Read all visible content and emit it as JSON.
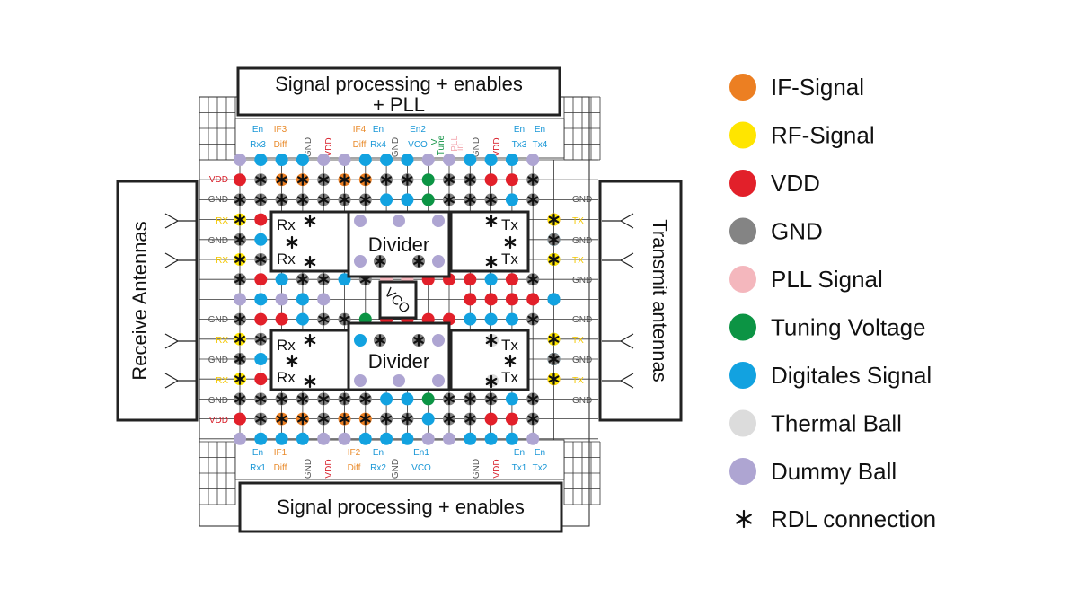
{
  "colors": {
    "if": "#ec7f22",
    "rf": "#ffe500",
    "vdd": "#e2202a",
    "gnd": "#848484",
    "pll": "#f4b7bd",
    "tune": "#0c9444",
    "dig": "#12a2e0",
    "thermal": "#dcdcdc",
    "dummy": "#aea5d2",
    "lbl_blue": "#1796d6",
    "lbl_orange": "#e98a2a",
    "lbl_red": "#d81f2a",
    "lbl_gray": "#555555",
    "lbl_yellow": "#f3c800",
    "lbl_green": "#159447",
    "lbl_pink": "#f3a8b0"
  },
  "boxes": {
    "top_line1": "Signal processing + enables",
    "top_line2": "+ PLL",
    "bottom": "Signal processing + enables",
    "left": "Receive Antennas",
    "right": "Transmit antennas",
    "divider": "Divider",
    "vco": "VCO",
    "rx": "Rx",
    "tx": "Tx"
  },
  "legend": [
    {
      "label": "IF-Signal",
      "color": "#ec7f22",
      "icon": "circle"
    },
    {
      "label": "RF-Signal",
      "color": "#ffe500",
      "icon": "circle"
    },
    {
      "label": "VDD",
      "color": "#e2202a",
      "icon": "circle"
    },
    {
      "label": "GND",
      "color": "#848484",
      "icon": "circle"
    },
    {
      "label": "PLL Signal",
      "color": "#f4b7bd",
      "icon": "circle"
    },
    {
      "label": "Tuning Voltage",
      "color": "#0c9444",
      "icon": "circle"
    },
    {
      "label": "Digitales Signal",
      "color": "#12a2e0",
      "icon": "circle"
    },
    {
      "label": "Thermal Ball",
      "color": "#dcdcdc",
      "icon": "circle"
    },
    {
      "label": "Dummy Ball",
      "color": "#aea5d2",
      "icon": "circle"
    },
    {
      "label": "RDL connection",
      "color": "#111111",
      "icon": "asterisk"
    }
  ],
  "labels": {
    "top": [
      {
        "t": "En",
        "c": "lbl_blue"
      },
      {
        "t": "Rx3",
        "c": "lbl_blue"
      },
      {
        "t": "IF3",
        "c": "lbl_orange"
      },
      {
        "t": "Diff",
        "c": "lbl_orange"
      },
      {
        "t": "GND",
        "c": "lbl_gray"
      },
      {
        "t": "VDD",
        "c": "lbl_red"
      },
      {
        "t": "IF4",
        "c": "lbl_orange"
      },
      {
        "t": "Diff",
        "c": "lbl_orange"
      },
      {
        "t": "En",
        "c": "lbl_blue"
      },
      {
        "t": "Rx4",
        "c": "lbl_blue"
      },
      {
        "t": "GND",
        "c": "lbl_gray"
      },
      {
        "t": "En2",
        "c": "lbl_blue"
      },
      {
        "t": "VCO",
        "c": "lbl_blue"
      },
      {
        "t": "V",
        "c": "lbl_green"
      },
      {
        "t": "Tune",
        "c": "lbl_green"
      },
      {
        "t": "PLL",
        "c": "lbl_pink"
      },
      {
        "t": "in",
        "c": "lbl_pink"
      },
      {
        "t": "GND",
        "c": "lbl_gray"
      },
      {
        "t": "VDD",
        "c": "lbl_red"
      },
      {
        "t": "En",
        "c": "lbl_blue"
      },
      {
        "t": "Tx3",
        "c": "lbl_blue"
      },
      {
        "t": "En",
        "c": "lbl_blue"
      },
      {
        "t": "Tx4",
        "c": "lbl_blue"
      }
    ],
    "bottom": [
      {
        "t": "En",
        "c": "lbl_blue"
      },
      {
        "t": "Rx1",
        "c": "lbl_blue"
      },
      {
        "t": "IF1",
        "c": "lbl_orange"
      },
      {
        "t": "Diff",
        "c": "lbl_orange"
      },
      {
        "t": "GND",
        "c": "lbl_gray"
      },
      {
        "t": "VDD",
        "c": "lbl_red"
      },
      {
        "t": "IF2",
        "c": "lbl_orange"
      },
      {
        "t": "Diff",
        "c": "lbl_orange"
      },
      {
        "t": "En",
        "c": "lbl_blue"
      },
      {
        "t": "Rx2",
        "c": "lbl_blue"
      },
      {
        "t": "GND",
        "c": "lbl_gray"
      },
      {
        "t": "En1",
        "c": "lbl_blue"
      },
      {
        "t": "VCO",
        "c": "lbl_blue"
      },
      {
        "t": "GND",
        "c": "lbl_gray"
      },
      {
        "t": "VDD",
        "c": "lbl_red"
      },
      {
        "t": "En",
        "c": "lbl_blue"
      },
      {
        "t": "Tx1",
        "c": "lbl_blue"
      },
      {
        "t": "En",
        "c": "lbl_blue"
      },
      {
        "t": "Tx2",
        "c": "lbl_blue"
      }
    ],
    "left": [
      {
        "t": "VDD",
        "c": "lbl_red"
      },
      {
        "t": "GND",
        "c": "lbl_gray"
      },
      {
        "t": "RX",
        "c": "lbl_yellow"
      },
      {
        "t": "GND",
        "c": "lbl_gray"
      },
      {
        "t": "RX",
        "c": "lbl_yellow"
      },
      {
        "t": "GND",
        "c": "lbl_gray"
      },
      {
        "t": "RX",
        "c": "lbl_yellow"
      },
      {
        "t": "GND",
        "c": "lbl_gray"
      },
      {
        "t": "RX",
        "c": "lbl_yellow"
      },
      {
        "t": "GND",
        "c": "lbl_gray"
      },
      {
        "t": "VDD",
        "c": "lbl_red"
      }
    ],
    "right": [
      {
        "t": "GND",
        "c": "lbl_gray"
      },
      {
        "t": "TX",
        "c": "lbl_yellow"
      },
      {
        "t": "GND",
        "c": "lbl_gray"
      },
      {
        "t": "TX",
        "c": "lbl_yellow"
      },
      {
        "t": "GND",
        "c": "lbl_gray"
      },
      {
        "t": "GND",
        "c": "lbl_gray"
      },
      {
        "t": "TX",
        "c": "lbl_yellow"
      },
      {
        "t": "GND",
        "c": "lbl_gray"
      },
      {
        "t": "TX",
        "c": "lbl_yellow"
      },
      {
        "t": "GND",
        "c": "lbl_gray"
      }
    ]
  },
  "balls": {
    "rows": [
      "M.D.D.D.M.M.D.D.D.M.M.D.D.D.M",
      "V.G.I.I.G.I.I.G.G.T.G.G.V.V.G",
      "G.G.G.G.G.G.G.D.D.T.G.G.G.D.G",
      "R.V.........................V.R",
      "G.D.........................D.G",
      "R.G.........................G.R",
      "G.V.D.G.G.D.G.P.P.V.V.V.D.V.G",
      "M.D.M.D.M.......V.V.V.V.G.G.D",
      "G.V.V.D.G.G.T.V.V.V.V.D.D.D.G",
      "R.G.........................G.R",
      "G.D.........................D.G",
      "R.V.........................V.R",
      "G.G.G.G.G.G.G.D.D.T.G.G.G.D.G",
      "V.G.I.I.G.I.I.G.G.D.G.G.V.V.G",
      "M.D.D.D.M.M.D.D.D.M.M.D.D.D.M"
    ]
  }
}
